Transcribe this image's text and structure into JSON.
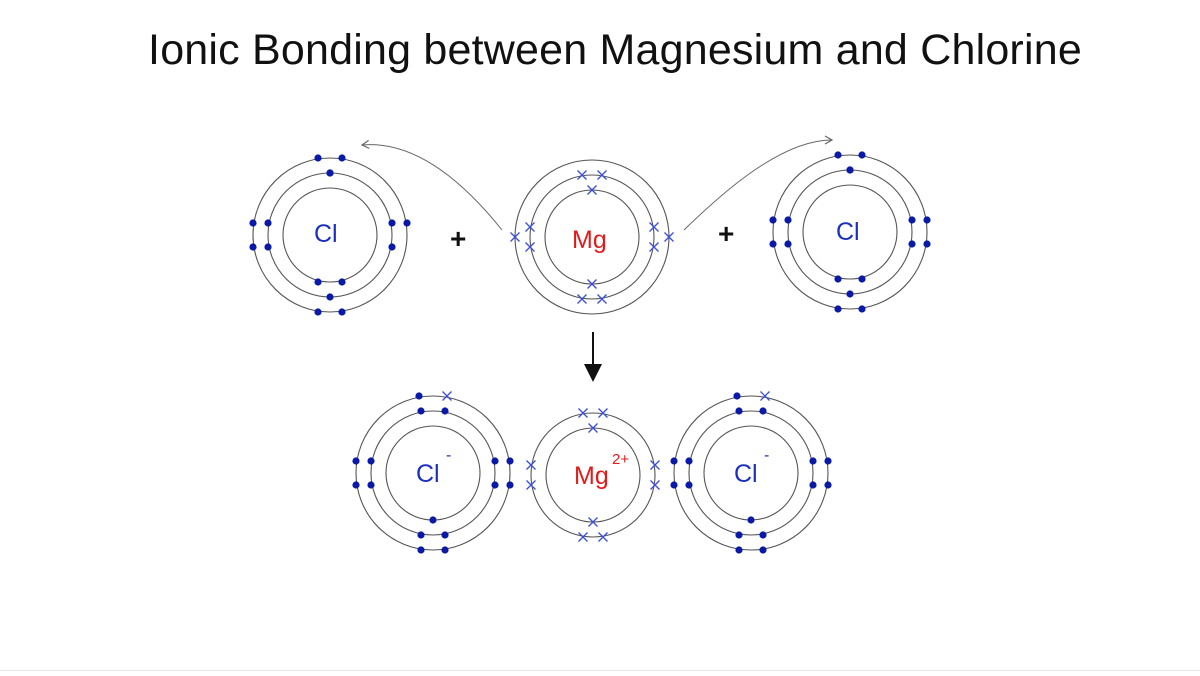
{
  "title": "Ionic Bonding between Magnesium and Chlorine",
  "colors": {
    "dot_electron": "#0a1aa6",
    "cross_electron": "#3a4fd6",
    "cl_label": "#1a2fc0",
    "mg_label": "#e01b1b",
    "shell": "#555555",
    "arrow": "#666666"
  },
  "reactants": {
    "left_atom": {
      "symbol": "Cl",
      "charge": ""
    },
    "middle_atom": {
      "symbol": "Mg",
      "charge": ""
    },
    "right_atom": {
      "symbol": "Cl",
      "charge": ""
    },
    "plus_sign": "+"
  },
  "products": {
    "left_ion": {
      "symbol": "Cl",
      "charge": "-"
    },
    "middle_ion": {
      "symbol": "Mg",
      "charge": "2+"
    },
    "right_ion": {
      "symbol": "Cl",
      "charge": "-"
    }
  }
}
